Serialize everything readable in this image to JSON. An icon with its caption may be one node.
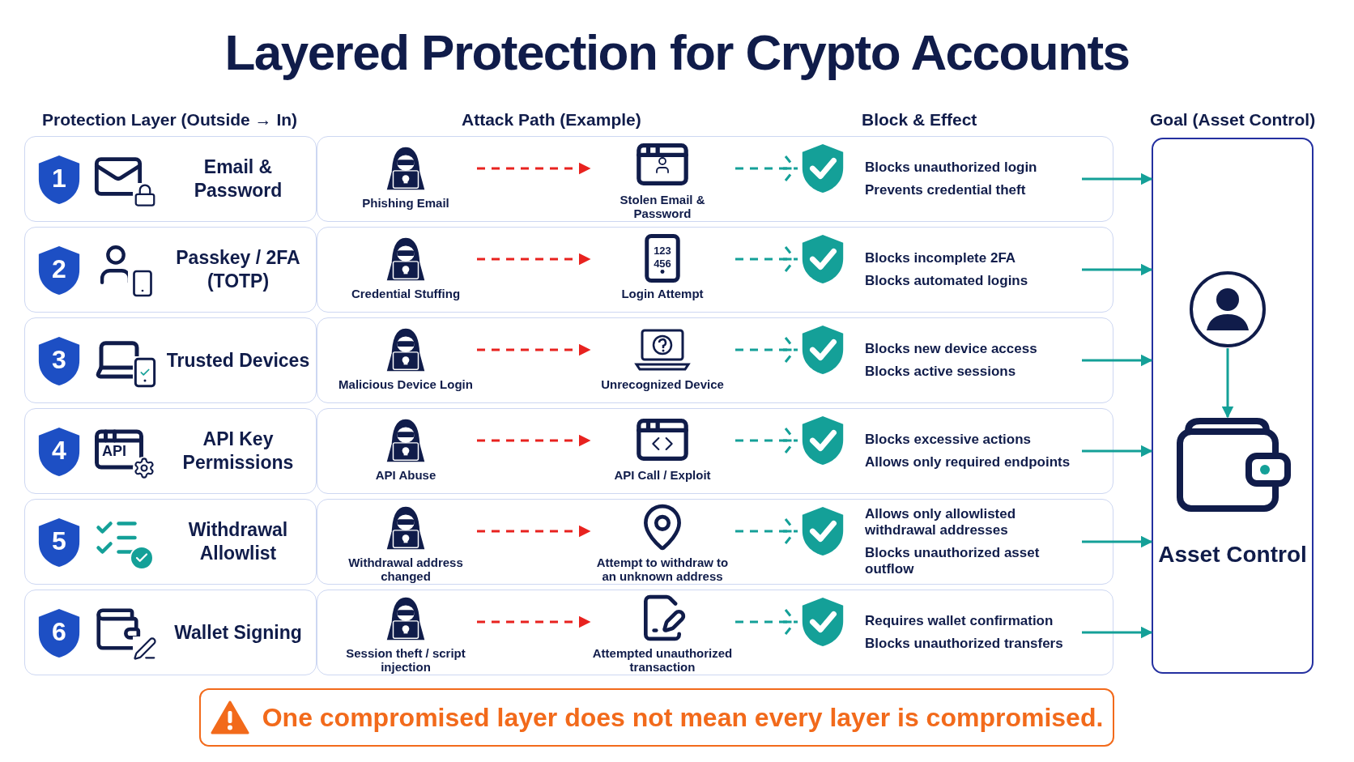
{
  "diagram": {
    "title": "Layered Protection for Crypto Accounts",
    "nodes": [
      {
        "text": [
          "Email & Password"
        ]
      },
      {
        "text": [
          "1"
        ],
        "in": 0
      },
      {
        "text": [],
        "shape": "box"
      },
      {
        "text": [
          "Phishing Email"
        ],
        "in": 2
      },
      {
        "text": [
          "Stolen Email & Password"
        ],
        "in": 2
      },
      {
        "text": [],
        "shape": "shield",
        "in": 2
      },
      {
        "text": [
          "Blocks unauthorized login",
          "Prevents credential theft"
        ],
        "in": 2
      },
      {
        "text": [
          "Passkey / 2FA (TOTP)"
        ]
      },
      {
        "text": [
          "2"
        ],
        "in": 7
      },
      {
        "text": [],
        "shape": "box"
      },
      {
        "text": [
          "Credential Stuffing"
        ],
        "in": 9
      },
      {
        "text": [
          "Login Attempt"
        ],
        "in": 9
      },
      {
        "text": [],
        "shape": "shield",
        "in": 9
      },
      {
        "text": [
          "Blocks incomplete 2FA",
          "Blocks automated logins"
        ],
        "in": 9
      },
      {
        "text": [
          "Trusted Devices"
        ]
      },
      {
        "text": [
          "3"
        ],
        "in": 14
      },
      {
        "text": [],
        "shape": "box"
      },
      {
        "text": [
          "Malicious Device Login"
        ],
        "in": 16
      },
      {
        "text": [
          "Unrecognized Device"
        ],
        "in": 16
      },
      {
        "text": [],
        "shape": "shield",
        "in": 16
      },
      {
        "text": [
          "Blocks new device access",
          "Blocks active sessions"
        ],
        "in": 16
      },
      {
        "text": [
          "API Key Permissions"
        ]
      },
      {
        "text": [
          "4"
        ],
        "in": 21
      },
      {
        "text": [],
        "shape": "box"
      },
      {
        "text": [
          "API Abuse"
        ],
        "in": 23
      },
      {
        "text": [
          "API Call / Exploit"
        ],
        "in": 23
      },
      {
        "text": [],
        "shape": "shield",
        "in": 23
      },
      {
        "text": [
          "Blocks excessive actions",
          "Allows only required endpoints"
        ],
        "in": 23
      },
      {
        "text": [
          "Withdrawal Allowlist"
        ]
      },
      {
        "text": [
          "5"
        ],
        "in": 28
      },
      {
        "text": [],
        "shape": "box"
      },
      {
        "text": [
          "Withdrawal address changed"
        ],
        "in": 30
      },
      {
        "text": [
          "Attempt to withdraw to an unknown address"
        ],
        "in": 30
      },
      {
        "text": [],
        "shape": "shield",
        "in": 30
      },
      {
        "text": [
          "Allows only allowlisted withdrawal addresses",
          "Blocks unauthorized asset outflow"
        ],
        "in": 30
      },
      {
        "text": [
          "Wallet Signing"
        ]
      },
      {
        "text": [
          "6"
        ],
        "in": 35
      },
      {
        "text": [],
        "shape": "box"
      },
      {
        "text": [
          "Session theft / script injection"
        ],
        "in": 37
      },
      {
        "text": [
          "Attempted unauthorized transaction"
        ],
        "in": 37
      },
      {
        "text": [],
        "shape": "shield",
        "in": 37
      },
      {
        "text": [
          "Requires wallet confirmation",
          "Blocks unauthorized transfers"
        ],
        "in": 37
      },
      {
        "text": [
          "Asset Control"
        ]
      },
      {
        "text": [],
        "shape": "person",
        "in": 42
      },
      {
        "text": [],
        "shape": "picture",
        "in": 42
      },
      {
        "text": [
          "One compromised layer does not mean every layer is compromised."
        ]
      }
    ],
    "edges": [
      {
        "from": 3,
        "to": 4,
        "arrow": "to",
        "style": "dashed",
        "color": "#e8221f"
      },
      {
        "from": 4,
        "to": 5,
        "arrow": "other",
        "style": "dashed"
      },
      {
        "from": 6,
        "to": 42,
        "arrow": "to"
      },
      {
        "from": 10,
        "to": 11,
        "arrow": "to",
        "style": "dashed",
        "color": "#e8221f"
      },
      {
        "from": 11,
        "to": 12,
        "arrow": "other",
        "style": "dashed"
      },
      {
        "from": 13,
        "to": 42,
        "arrow": "to"
      },
      {
        "from": 17,
        "to": 18,
        "arrow": "to",
        "style": "dashed",
        "color": "#e8221f"
      },
      {
        "from": 18,
        "to": 19,
        "arrow": "other",
        "style": "dashed"
      },
      {
        "from": 20,
        "to": 42,
        "arrow": "to"
      },
      {
        "from": 24,
        "to": 25,
        "arrow": "to",
        "style": "dashed",
        "color": "#e8221f"
      },
      {
        "from": 25,
        "to": 26,
        "arrow": "other",
        "style": "dashed"
      },
      {
        "from": 27,
        "to": 42,
        "arrow": "to"
      },
      {
        "from": 31,
        "to": 32,
        "arrow": "to",
        "style": "dashed",
        "color": "#e8221f"
      },
      {
        "from": 32,
        "to": 33,
        "arrow": "other",
        "style": "dashed"
      },
      {
        "from": 34,
        "to": 42,
        "arrow": "to"
      },
      {
        "from": 38,
        "to": 39,
        "arrow": "to",
        "style": "dashed",
        "color": "#e8221f"
      },
      {
        "from": 39,
        "to": 40,
        "arrow": "other",
        "style": "dashed"
      },
      {
        "from": 41,
        "to": 42,
        "arrow": "to"
      },
      {
        "from": 43,
        "to": 44,
        "arrow": "to"
      }
    ],
    "labels": [
      "Protection Layer (Outside → In)",
      "Attack Path (Example)",
      "Block & Effect",
      "Goal (Asset Control)",
      "123 456",
      "API"
    ]
  }
}
